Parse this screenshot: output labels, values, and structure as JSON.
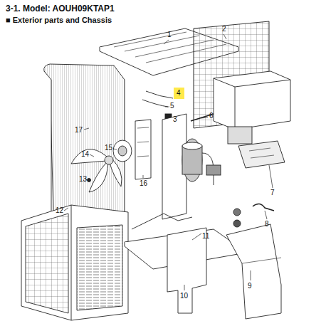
{
  "diagram": {
    "title": "3-1. Model: AOUH09KTAP1",
    "labels": [
      "■ Exterior parts and Chassis",
      "1",
      "2",
      "4",
      "5",
      "3",
      "6",
      "17",
      "14",
      "15",
      "16",
      "13",
      "7",
      "8",
      "12",
      "11",
      "9",
      "10"
    ]
  }
}
